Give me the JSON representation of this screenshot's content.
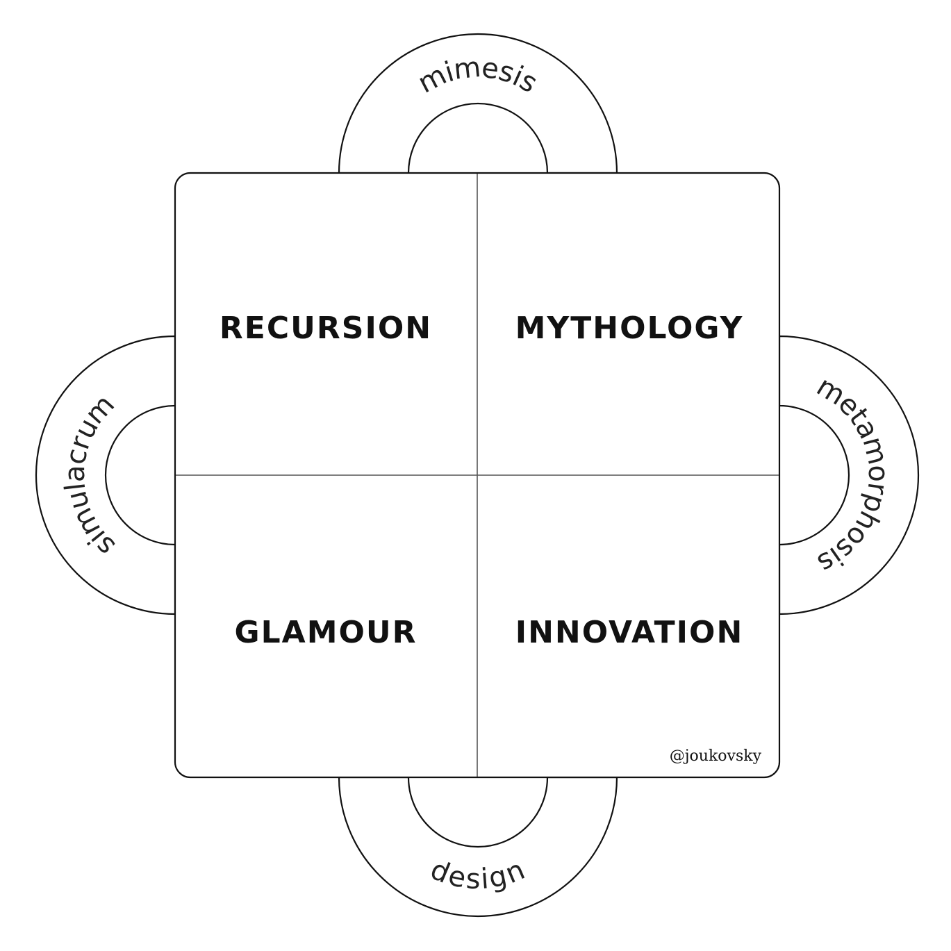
{
  "quadrants": {
    "top_left": "RECURSION",
    "top_right": "MYTHOLOGY",
    "bottom_left": "GLAMOUR",
    "bottom_right": "INNOVATION"
  },
  "arcs": {
    "top": "mimesis",
    "left": "simulacrum",
    "right": "metamorphosis",
    "bottom": "design"
  },
  "credit": "@joukovsky",
  "colors": {
    "stroke": "#111111",
    "background": "#ffffff"
  }
}
